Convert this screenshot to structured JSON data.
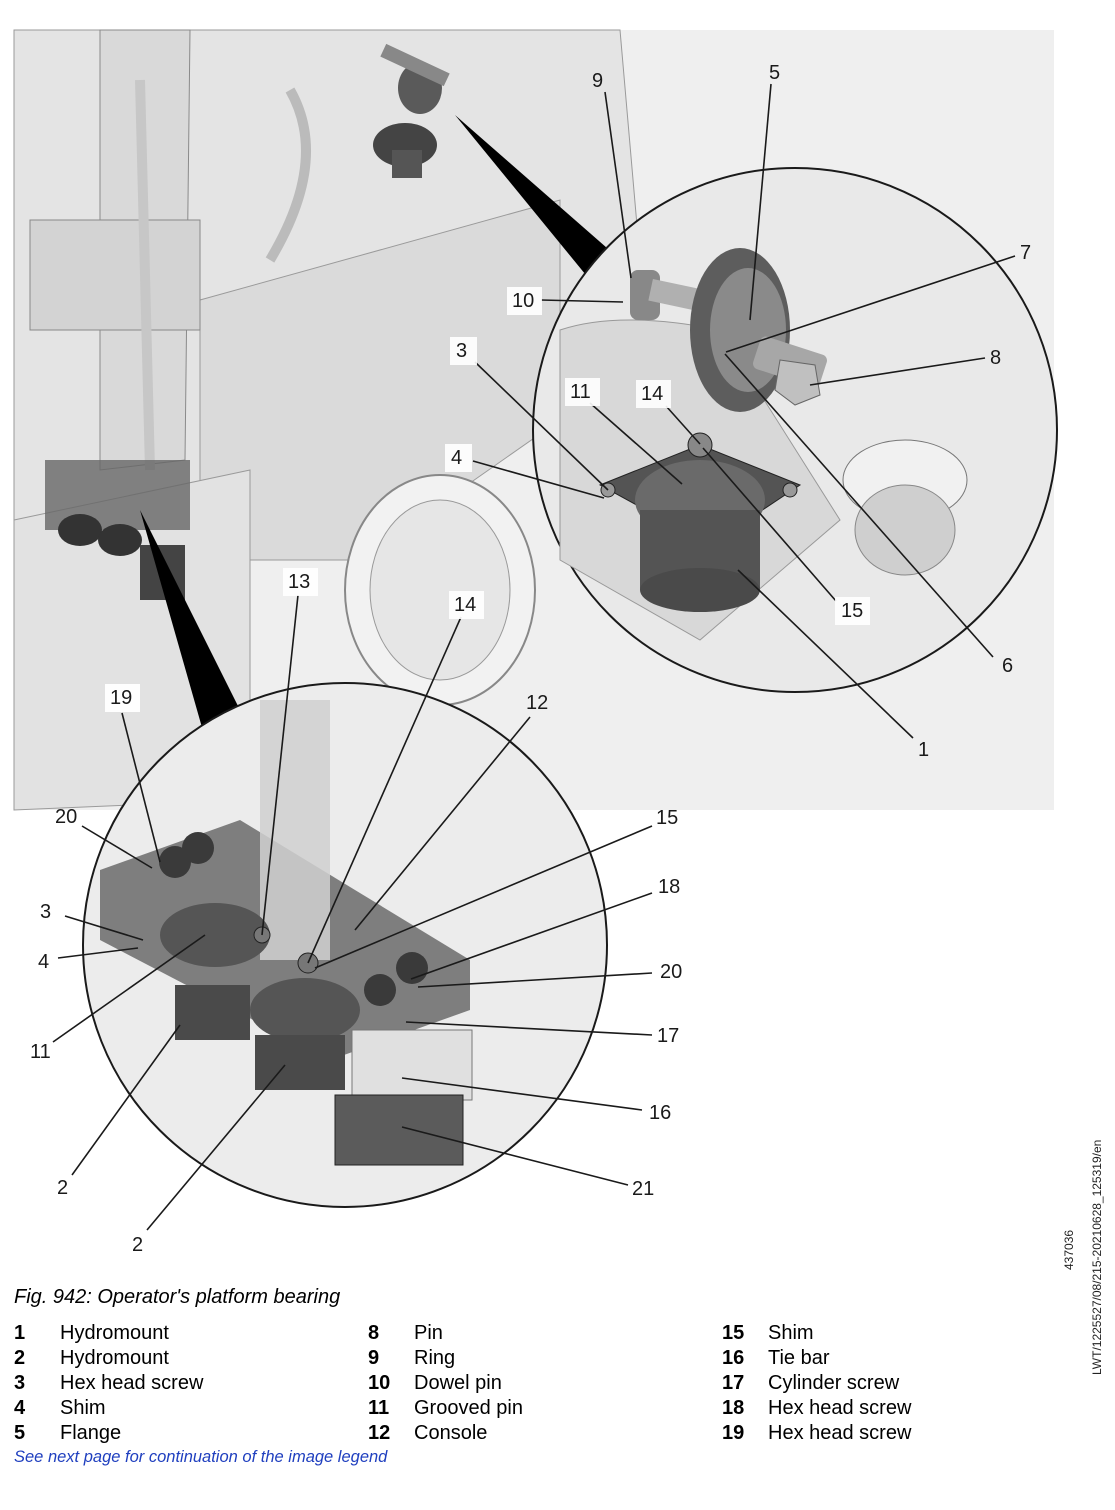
{
  "figure": {
    "callouts": [
      "9",
      "5",
      "7",
      "8",
      "10",
      "3",
      "11",
      "14",
      "4",
      "15",
      "6",
      "1",
      "13",
      "14",
      "12",
      "19",
      "20",
      "15",
      "18",
      "3",
      "4",
      "20",
      "17",
      "11",
      "16",
      "2",
      "21",
      "2"
    ]
  },
  "caption": "Fig. 942: Operator's platform bearing",
  "legend": {
    "col1": [
      {
        "num": "1",
        "label": "Hydromount"
      },
      {
        "num": "2",
        "label": "Hydromount"
      },
      {
        "num": "3",
        "label": "Hex head screw"
      },
      {
        "num": "4",
        "label": "Shim"
      },
      {
        "num": "5",
        "label": "Flange"
      }
    ],
    "col2": [
      {
        "num": "8",
        "label": "Pin"
      },
      {
        "num": "9",
        "label": "Ring"
      },
      {
        "num": "10",
        "label": "Dowel pin"
      },
      {
        "num": "11",
        "label": "Grooved pin"
      },
      {
        "num": "12",
        "label": "Console"
      }
    ],
    "col3": [
      {
        "num": "15",
        "label": "Shim"
      },
      {
        "num": "16",
        "label": "Tie bar"
      },
      {
        "num": "17",
        "label": "Cylinder screw"
      },
      {
        "num": "18",
        "label": "Hex head screw"
      },
      {
        "num": "19",
        "label": "Hex head screw"
      }
    ]
  },
  "continuation_note": "See next page for continuation of the image legend",
  "side_reference": "LWT/1225527/08/215-20210628_125319/en",
  "image_number": "437036"
}
